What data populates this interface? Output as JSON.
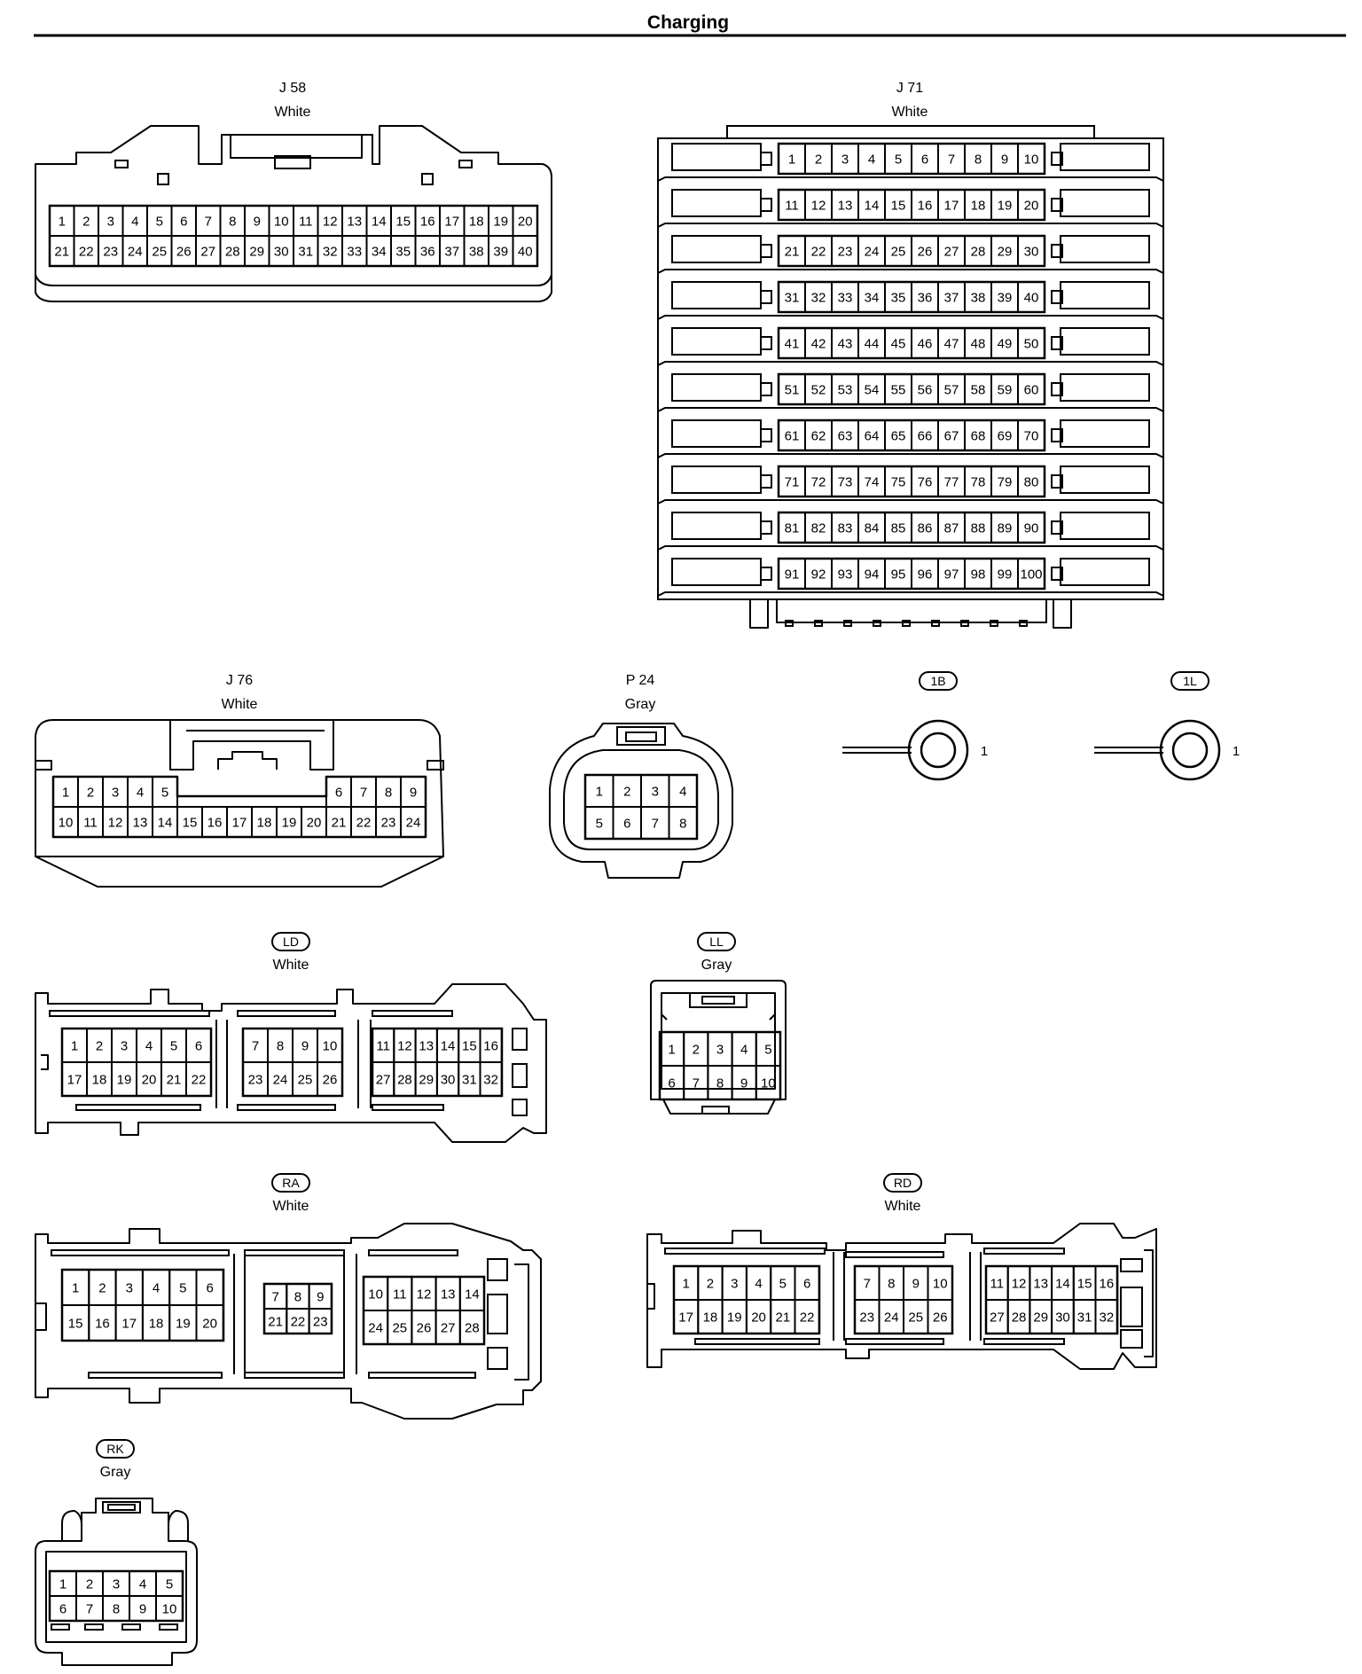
{
  "page": {
    "title": "Charging"
  },
  "connectors": [
    {
      "id": "j58",
      "code": "J 58",
      "color": "White",
      "tag_style": "plain",
      "pins": [
        [
          1,
          2,
          3,
          4,
          5,
          6,
          7,
          8,
          9,
          10,
          11,
          12,
          13,
          14,
          15,
          16,
          17,
          18,
          19,
          20
        ],
        [
          21,
          22,
          23,
          24,
          25,
          26,
          27,
          28,
          29,
          30,
          31,
          32,
          33,
          34,
          35,
          36,
          37,
          38,
          39,
          40
        ]
      ]
    },
    {
      "id": "j71",
      "code": "J 71",
      "color": "White",
      "tag_style": "plain",
      "pins": [
        [
          1,
          2,
          3,
          4,
          5,
          6,
          7,
          8,
          9,
          10
        ],
        [
          11,
          12,
          13,
          14,
          15,
          16,
          17,
          18,
          19,
          20
        ],
        [
          21,
          22,
          23,
          24,
          25,
          26,
          27,
          28,
          29,
          30
        ],
        [
          31,
          32,
          33,
          34,
          35,
          36,
          37,
          38,
          39,
          40
        ],
        [
          41,
          42,
          43,
          44,
          45,
          46,
          47,
          48,
          49,
          50
        ],
        [
          51,
          52,
          53,
          54,
          55,
          56,
          57,
          58,
          59,
          60
        ],
        [
          61,
          62,
          63,
          64,
          65,
          66,
          67,
          68,
          69,
          70
        ],
        [
          71,
          72,
          73,
          74,
          75,
          76,
          77,
          78,
          79,
          80
        ],
        [
          81,
          82,
          83,
          84,
          85,
          86,
          87,
          88,
          89,
          90
        ],
        [
          91,
          92,
          93,
          94,
          95,
          96,
          97,
          98,
          99,
          100
        ]
      ]
    },
    {
      "id": "j76",
      "code": "J 76",
      "color": "White",
      "tag_style": "plain",
      "pins": [
        [
          1,
          2,
          3,
          4,
          5,
          6,
          7,
          8,
          9
        ],
        [
          10,
          11,
          12,
          13,
          14,
          15,
          16,
          17,
          18,
          19,
          20,
          21,
          22,
          23,
          24
        ]
      ]
    },
    {
      "id": "p24",
      "code": "P 24",
      "color": "Gray",
      "tag_style": "plain",
      "pins": [
        [
          1,
          2,
          3,
          4
        ],
        [
          5,
          6,
          7,
          8
        ]
      ]
    },
    {
      "id": "1b",
      "code": "1B",
      "color": "",
      "tag_style": "oval",
      "terminal": "1"
    },
    {
      "id": "1l",
      "code": "1L",
      "color": "",
      "tag_style": "oval",
      "terminal": "1"
    },
    {
      "id": "ld",
      "code": "LD",
      "color": "White",
      "tag_style": "oval",
      "groups": [
        [
          [
            1,
            2,
            3,
            4,
            5,
            6
          ],
          [
            17,
            18,
            19,
            20,
            21,
            22
          ]
        ],
        [
          [
            7,
            8,
            9,
            10
          ],
          [
            23,
            24,
            25,
            26
          ]
        ],
        [
          [
            11,
            12,
            13,
            14,
            15,
            16
          ],
          [
            27,
            28,
            29,
            30,
            31,
            32
          ]
        ]
      ]
    },
    {
      "id": "ll",
      "code": "LL",
      "color": "Gray",
      "tag_style": "oval",
      "pins": [
        [
          1,
          2,
          3,
          4,
          5
        ],
        [
          6,
          7,
          8,
          9,
          10
        ]
      ]
    },
    {
      "id": "ra",
      "code": "RA",
      "color": "White",
      "tag_style": "oval",
      "groups": [
        [
          [
            1,
            2,
            3,
            4,
            5,
            6
          ],
          [
            15,
            16,
            17,
            18,
            19,
            20
          ]
        ],
        [
          [
            7,
            8,
            9
          ],
          [
            21,
            22,
            23
          ]
        ],
        [
          [
            10,
            11,
            12,
            13,
            14
          ],
          [
            24,
            25,
            26,
            27,
            28
          ]
        ]
      ]
    },
    {
      "id": "rd",
      "code": "RD",
      "color": "White",
      "tag_style": "oval",
      "groups": [
        [
          [
            1,
            2,
            3,
            4,
            5,
            6
          ],
          [
            17,
            18,
            19,
            20,
            21,
            22
          ]
        ],
        [
          [
            7,
            8,
            9,
            10
          ],
          [
            23,
            24,
            25,
            26
          ]
        ],
        [
          [
            11,
            12,
            13,
            14,
            15,
            16
          ],
          [
            27,
            28,
            29,
            30,
            31,
            32
          ]
        ]
      ]
    },
    {
      "id": "rk",
      "code": "RK",
      "color": "Gray",
      "tag_style": "oval",
      "pins": [
        [
          1,
          2,
          3,
          4,
          5
        ],
        [
          6,
          7,
          8,
          9,
          10
        ]
      ]
    }
  ]
}
